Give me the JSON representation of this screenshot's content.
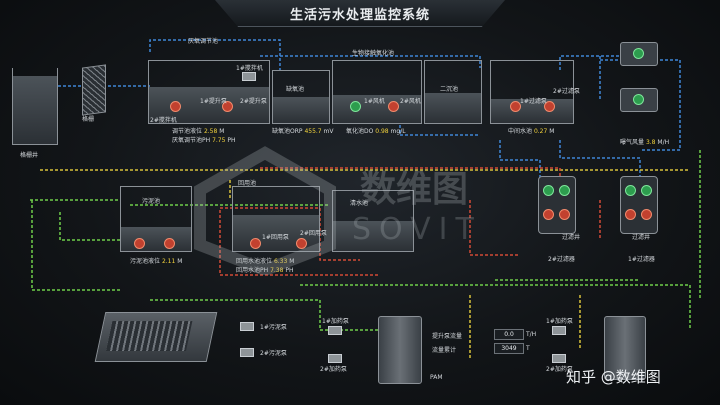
{
  "title": "生活污水处理监控系统",
  "tanks": {
    "grid_well": "格栅井",
    "screen": "格栅",
    "anoxic_adjust": "厌氧调节池",
    "agitator1": "1#搅拌机",
    "agitator2": "2#搅拌机",
    "lift_pump1": "1#提升泵",
    "lift_pump2": "2#提升泵",
    "anoxic": "缺氧池",
    "bio_oxidation": "生物接触氧化池",
    "fan1": "1#风机",
    "fan2": "2#风机",
    "secondary_settling": "二沉池",
    "filter_pump1": "1#过滤泵",
    "filter_pump2": "2#过滤泵",
    "sludge": "污泥池",
    "reuse": "回用池",
    "clear_water": "清水池",
    "reuse_pump1": "1#回用泵",
    "reuse_pump2": "2#回用泵",
    "filter_well1": "过滤井",
    "filter_well2": "过滤井",
    "filter2": "2#过滤器",
    "filter1": "1#过滤器",
    "sludge_pump1": "1#污泥泵",
    "sludge_pump2": "2#污泥泵",
    "dose_pump1": "1#加药泵",
    "dose_pump2": "2#加药泵",
    "dose_pump3": "1#加药泵",
    "dose_pump4": "2#加药泵",
    "pam": "PAM"
  },
  "readings": {
    "adjust_level_label": "调节池液位",
    "adjust_level": "2.58",
    "adjust_level_unit": "M",
    "adjust_ph_label": "厌氧调节池PH",
    "adjust_ph": "7.75",
    "adjust_ph_unit": "PH",
    "anoxic_orp_label": "缺氧池ORP",
    "anoxic_orp": "455.7",
    "anoxic_orp_unit": "mV",
    "oxidation_do_label": "氧化池DO",
    "oxidation_do": "0.98",
    "oxidation_do_unit": "mg/L",
    "mid_level_label": "中间水池",
    "mid_level": "0.27",
    "mid_level_unit": "M",
    "aeration_label": "曝气风量",
    "aeration": "3.8",
    "aeration_unit": "M/H",
    "sludge_level_label": "污泥池液位",
    "sludge_level": "2.11",
    "sludge_level_unit": "M",
    "reuse_level_label": "回用水池液位",
    "reuse_level": "6.33",
    "reuse_level_unit": "M",
    "reuse_ph_label": "回用水池PH",
    "reuse_ph": "7.38",
    "reuse_ph_unit": "PH",
    "lift_flow_label": "提升泵流量",
    "lift_flow": "0.0",
    "lift_flow_unit": "T/H",
    "flow_total_label": "流量累计",
    "flow_total": "3049",
    "flow_total_unit": "T"
  },
  "watermark": {
    "brand": "数维图",
    "latin": "SOVIT",
    "credit": "知乎 @数维图"
  },
  "colors": {
    "pipe_blue": "#3f86d6",
    "pipe_green": "#6fce4a",
    "pipe_yellow": "#d7c13a",
    "pipe_red": "#d14a36",
    "value": "#f2d23c"
  }
}
